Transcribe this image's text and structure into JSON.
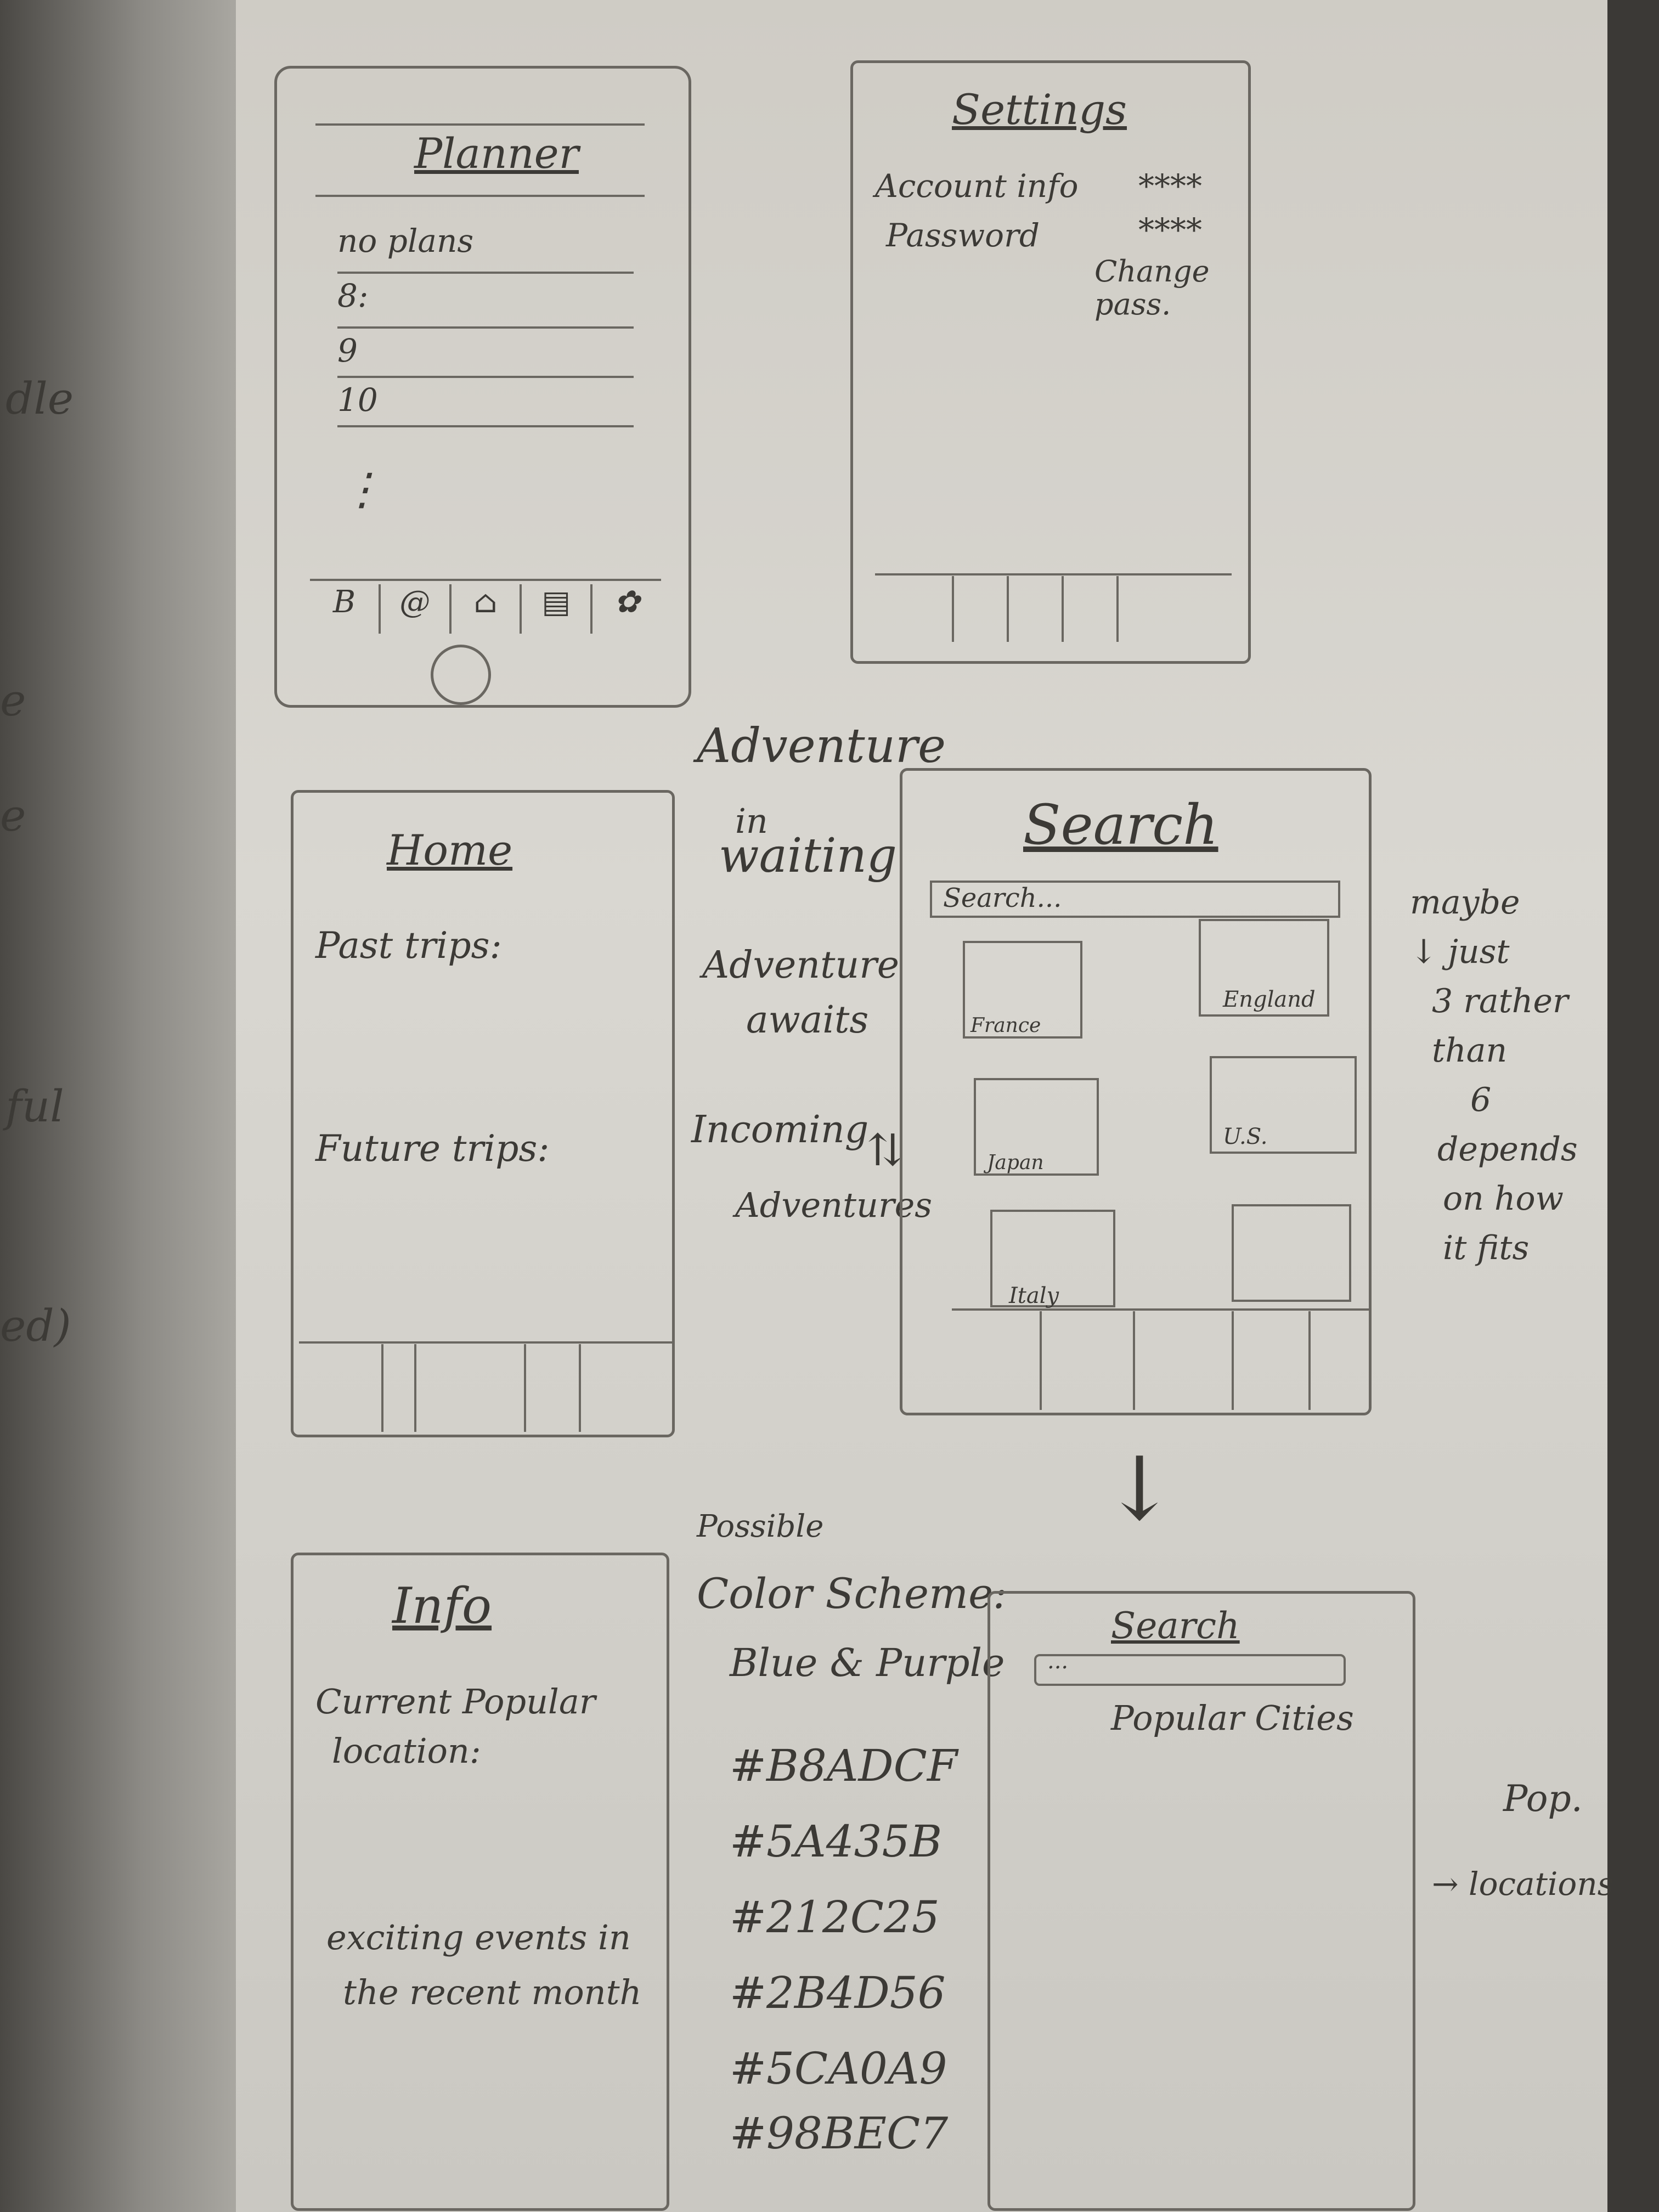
{
  "left_page": {
    "fragments": [
      "dle",
      "e",
      "e",
      "ful",
      "ed)"
    ]
  },
  "planner": {
    "title": "Planner",
    "rows": [
      "no plans",
      "8:",
      "9",
      "10"
    ],
    "dots": "⋮",
    "nav_icons": [
      "B",
      "@",
      "⌂",
      "▤",
      "✿"
    ]
  },
  "settings": {
    "title": "Settings",
    "account_label": "Account info",
    "password_label": "Password",
    "account_value": "****",
    "password_value": "****",
    "change_pass": "Change pass."
  },
  "names": {
    "option1_line1": "Adventure",
    "option1_line2": "in",
    "option1_line3": "waiting",
    "option2_line1": "Adventure",
    "option2_line2": "awaits",
    "option3_line1": "Incoming",
    "option3_line2": "Adventures"
  },
  "home": {
    "title": "Home",
    "past": "Past trips:",
    "future": "Future trips:"
  },
  "search": {
    "title": "Search",
    "placeholder": "Search...",
    "cards": [
      "France",
      "England",
      "Japan",
      "U.S.",
      "Italy",
      ""
    ]
  },
  "side_note": [
    "maybe",
    "just",
    "3 rather",
    "than",
    "6",
    "depends",
    "on how",
    "it fits"
  ],
  "info": {
    "title": "Info",
    "popular_line1": "Current Popular",
    "popular_line2": "location:",
    "events_line1": "exciting events in",
    "events_line2": "the recent month"
  },
  "palette": {
    "heading1": "Possible",
    "heading2": "Color Scheme:",
    "subtitle": "Blue & Purple",
    "codes": [
      "#B8ADCF",
      "#5A435B",
      "#212C25",
      "#2B4D56",
      "#5CA0A9",
      "#98BEC7"
    ]
  },
  "search2": {
    "title": "Search",
    "placeholder": "...",
    "popular": "Popular Cities"
  },
  "pop_note": [
    "Pop.",
    "→ locations"
  ]
}
